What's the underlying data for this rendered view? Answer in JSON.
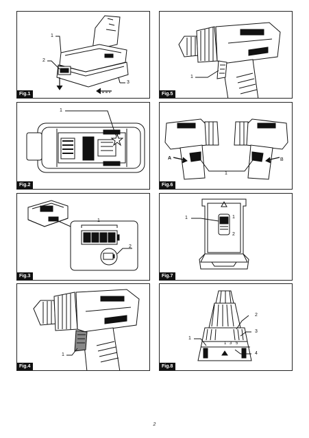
{
  "figures": {
    "fig1": {
      "label": "Fig.1",
      "callouts": [
        "1",
        "2",
        "3"
      ]
    },
    "fig2": {
      "label": "Fig.2",
      "callouts": [
        "1"
      ]
    },
    "fig3": {
      "label": "Fig.3",
      "callouts": [
        "1",
        "2"
      ]
    },
    "fig4": {
      "label": "Fig.4",
      "callouts": [
        "1"
      ]
    },
    "fig5": {
      "label": "Fig.5",
      "callouts": [
        "1"
      ]
    },
    "fig6": {
      "label": "Fig.6",
      "callouts": [
        "A",
        "B",
        "1"
      ]
    },
    "fig7": {
      "label": "Fig.7",
      "callouts": [
        "1"
      ],
      "markings": [
        "1",
        "2"
      ]
    },
    "fig8": {
      "label": "Fig.8",
      "callouts": [
        "1",
        "2",
        "3",
        "4"
      ],
      "scale": [
        "1",
        "3",
        "5"
      ]
    }
  },
  "page_number": "2",
  "colors": {
    "ink": "#111111",
    "panel_border": "#222222",
    "label_bg": "#111111",
    "label_text": "#ffffff"
  }
}
